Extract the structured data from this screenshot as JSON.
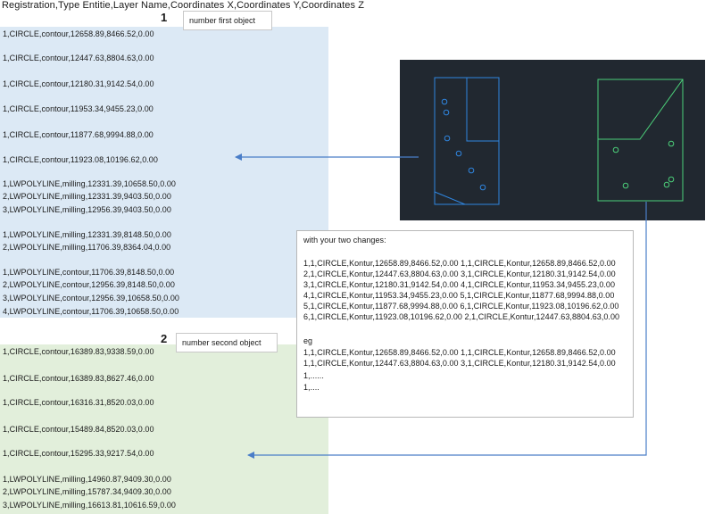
{
  "header": "Registration,Type Entitie,Layer Name,Coordinates X,Coordinates Y,Coordinates Z",
  "object1": {
    "number": "1",
    "label": "number first object",
    "lines": [
      "1,CIRCLE,contour,12658.89,8466.52,0.00",
      "1,CIRCLE,contour,12447.63,8804.63,0.00",
      "1,CIRCLE,contour,12180.31,9142.54,0.00",
      "1,CIRCLE,contour,11953.34,9455.23,0.00",
      "1,CIRCLE,contour,11877.68,9994.88,0.00",
      "1,CIRCLE,contour,11923.08,10196.62,0.00",
      "1,LWPOLYLINE,milling,12331.39,10658.50,0.00",
      "2,LWPOLYLINE,milling,12331.39,9403.50,0.00",
      "3,LWPOLYLINE,milling,12956.39,9403.50,0.00",
      "1,LWPOLYLINE,milling,12331.39,8148.50,0.00",
      "2,LWPOLYLINE,milling,11706.39,8364.04,0.00",
      "1,LWPOLYLINE,contour,11706.39,8148.50,0.00",
      "2,LWPOLYLINE,contour,12956.39,8148.50,0.00",
      "3,LWPOLYLINE,contour,12956.39,10658.50,0.00",
      "4,LWPOLYLINE,contour,11706.39,10658.50,0.00"
    ]
  },
  "object2": {
    "number": "2",
    "label": "number second object",
    "lines": [
      "1,CIRCLE,contour,16389.83,9338.59,0.00",
      "1,CIRCLE,contour,16389.83,8627.46,0.00",
      "1,CIRCLE,contour,16316.31,8520.03,0.00",
      "1,CIRCLE,contour,15489.84,8520.03,0.00",
      "1,CIRCLE,contour,15295.33,9217.54,0.00",
      "1,LWPOLYLINE,milling,14960.87,9409.30,0.00",
      "2,LWPOLYLINE,milling,15787.34,9409.30,0.00",
      "3,LWPOLYLINE,milling,16613.81,10616.59,0.00"
    ]
  },
  "info": {
    "title": "with your two changes:",
    "lines": [
      "1,1,CIRCLE,Kontur,12658.89,8466.52,0.00 1,1,CIRCLE,Kontur,12658.89,8466.52,0.00",
      "2,1,CIRCLE,Kontur,12447.63,8804.63,0.00 3,1,CIRCLE,Kontur,12180.31,9142.54,0.00",
      "3,1,CIRCLE,Kontur,12180.31,9142.54,0.00 4,1,CIRCLE,Kontur,11953.34,9455.23,0.00",
      "4,1,CIRCLE,Kontur,11953.34,9455.23,0.00 5,1,CIRCLE,Kontur,11877.68,9994.88,0.00",
      "5,1,CIRCLE,Kontur,11877.68,9994.88,0.00 6,1,CIRCLE,Kontur,11923.08,10196.62,0.00",
      "6,1,CIRCLE,Kontur,11923.08,10196.62,0.00 2,1,CIRCLE,Kontur,12447.63,8804.63,0.00"
    ],
    "eg_label": "eg",
    "eg_lines": [
      "1,1,CIRCLE,Kontur,12658.89,8466.52,0.00 1,1,CIRCLE,Kontur,12658.89,8466.52,0.00",
      "1,1,CIRCLE,Kontur,12447.63,8804.63,0.00 3,1,CIRCLE,Kontur,12180.31,9142.54,0.00",
      "1,......",
      "1,...."
    ]
  },
  "colors": {
    "blue_panel": "#dce9f5",
    "green_panel": "#e2efdb",
    "cad_background": "#212830",
    "cad_blue": "#2f86e0",
    "cad_green": "#4cd07a",
    "arrow": "#4a7ec8"
  }
}
